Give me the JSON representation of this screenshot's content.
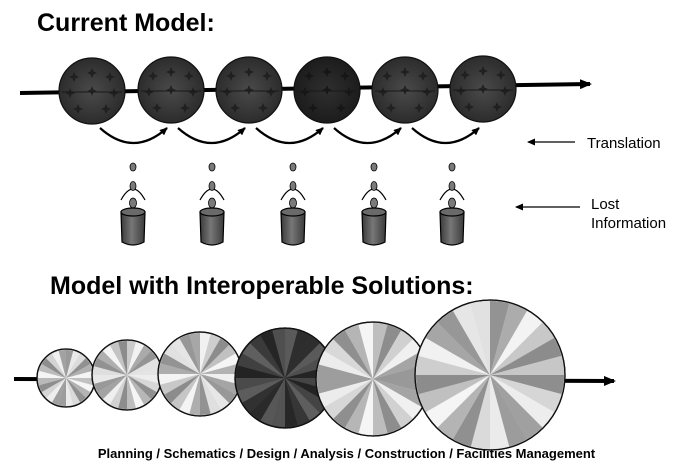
{
  "current_model": {
    "title": "Current Model:",
    "phase_count": 6,
    "translation_label": "Translation",
    "lost_information_label": "Lost Information",
    "lost_information_lines": [
      "Lost",
      "Information"
    ]
  },
  "interoperable_model": {
    "title": "Model with Interoperable Solutions:",
    "caption": "Planning / Schematics / Design / Analysis / Construction / Facilities Management"
  },
  "colors": {
    "sphere_dark": "#3a3a3a",
    "sphere_darker": "#252525",
    "bucket": "#555555",
    "drop": "#7a7a7a",
    "line": "#000000"
  }
}
